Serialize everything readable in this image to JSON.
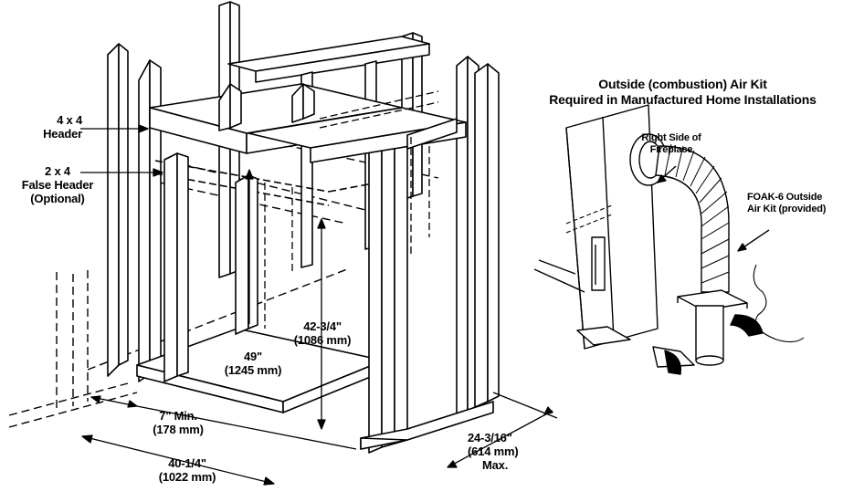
{
  "labels": {
    "header_4x4": "4 x 4",
    "header_4x4_b": "Header",
    "false_header_1": "2 x 4",
    "false_header_2": "False Header",
    "false_header_3": "(Optional)",
    "dim_height_49": "49\"",
    "dim_height_49_mm": "(1245 mm)",
    "dim_height_42": "42-3/4\"",
    "dim_height_42_mm": "(1086 mm)",
    "dim_min_7": "7\" Min.",
    "dim_min_7_mm": "(178 mm)",
    "dim_width": "40-1/4\"",
    "dim_width_mm": "(1022 mm)",
    "dim_depth": "24-3/16\"",
    "dim_depth_mm": "(614 mm)",
    "dim_depth_max": "Max."
  },
  "air_kit": {
    "title_1": "Outside (combustion) Air Kit",
    "title_2": "Required in Manufactured Home Installations",
    "right_side_1": "Right Side of",
    "right_side_2": "Fireplace",
    "foak_1": "FOAK-6 Outside",
    "foak_2": "Air Kit (provided)"
  }
}
